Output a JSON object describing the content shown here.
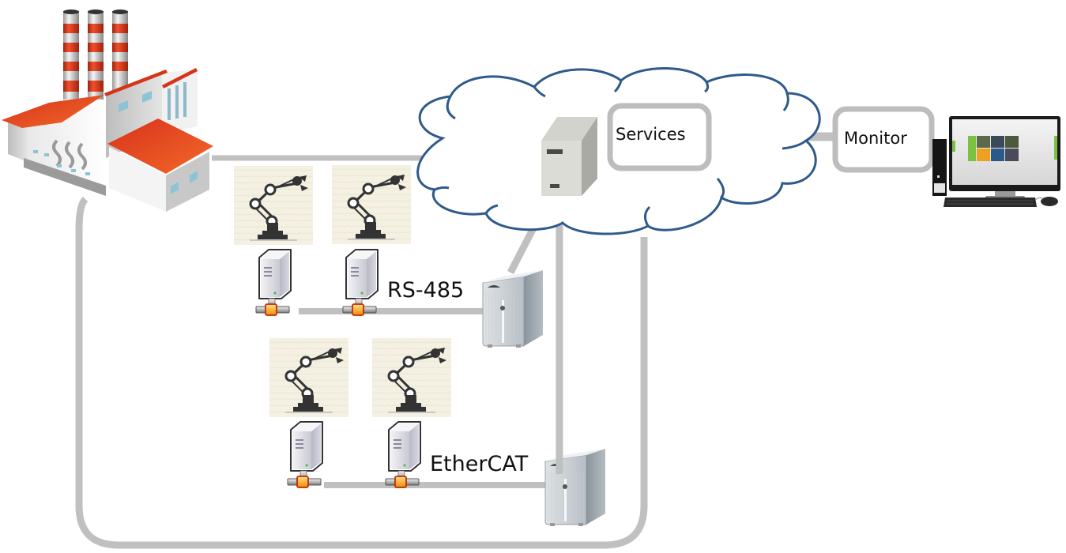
{
  "diagram": {
    "title": "Factory network architecture",
    "nodes": {
      "factory": {
        "name": "Factory"
      },
      "cloud": {
        "name": "Cloud"
      },
      "cloud_server": {
        "name": "Cloud server"
      },
      "services": {
        "label": "Services"
      },
      "monitor": {
        "label": "Monitor"
      },
      "workstation": {
        "name": "Desktop computer"
      }
    },
    "buses": [
      {
        "label": "RS-485",
        "robots": 2,
        "controller": "RS-485 master server"
      },
      {
        "label": "EtherCAT",
        "robots": 2,
        "controller": "EtherCAT master server"
      }
    ],
    "colors": {
      "link": "#c0c0c0",
      "cloud_outline": "#2f5a8a",
      "box_border": "#bdbdbd",
      "roof": "#e8401c",
      "chimney_red": "#e23d1f",
      "connector": "#f4a000",
      "robot_bg": "#f3efe0",
      "robot": "#3a3a3a"
    }
  }
}
